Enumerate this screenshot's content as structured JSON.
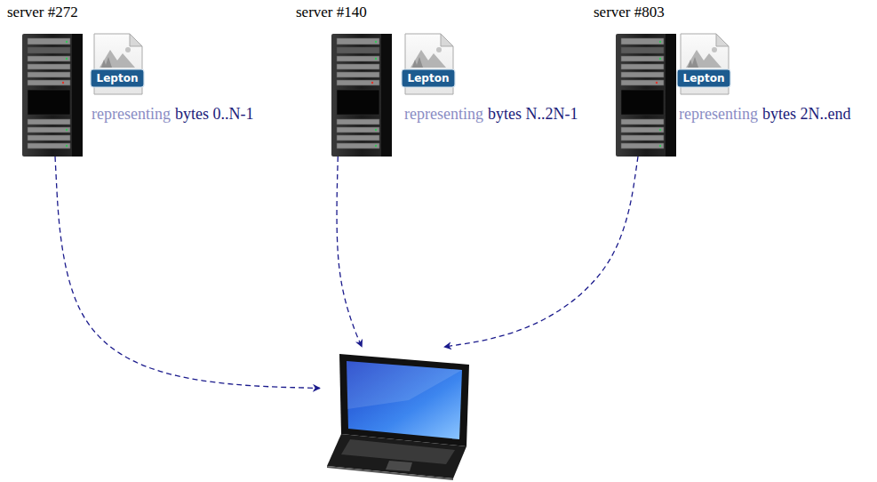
{
  "diagram": {
    "nodes": [
      {
        "text": [
          "server #272"
        ]
      },
      {
        "text": [
          "server #140"
        ]
      },
      {
        "text": [
          "server #803"
        ]
      },
      {
        "text": [
          "Lepton"
        ]
      },
      {
        "text": [
          "Lepton"
        ]
      },
      {
        "text": [
          "Lepton"
        ]
      },
      {
        "text": []
      }
    ],
    "edges": [
      {
        "from": 0,
        "to": 6,
        "arrow": "to"
      },
      {
        "from": 1,
        "to": 6,
        "arrow": "to"
      },
      {
        "from": 2,
        "to": 6,
        "arrow": "to"
      }
    ],
    "labels": [
      "representing",
      "bytes 0..N-1",
      "representing",
      "bytes N..2N-1",
      "representing",
      "bytes 2N..end"
    ]
  }
}
